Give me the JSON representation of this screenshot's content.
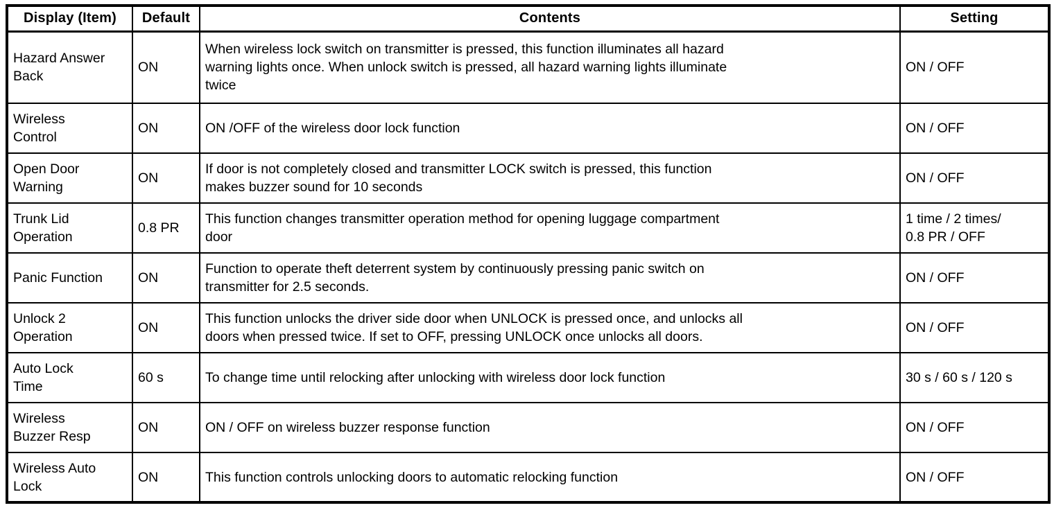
{
  "page": {
    "background": "#ffffff",
    "text_color": "#000000",
    "border_color": "#000000"
  },
  "table": {
    "columns": [
      {
        "key": "item",
        "label": "Display (Item)"
      },
      {
        "key": "default",
        "label": "Default"
      },
      {
        "key": "contents",
        "label": "Contents"
      },
      {
        "key": "setting",
        "label": "Setting"
      }
    ],
    "rows": [
      {
        "item": "Hazard Answer\nBack",
        "default": "ON",
        "contents": "When wireless lock switch on transmitter is pressed, this function illuminates all hazard\nwarning lights once. When unlock switch is pressed, all hazard warning lights illuminate\ntwice",
        "setting": "ON / OFF"
      },
      {
        "item": "Wireless\nControl",
        "default": "ON",
        "contents": "ON /OFF of the wireless door lock function",
        "setting": "ON / OFF"
      },
      {
        "item": "Open Door\nWarning",
        "default": "ON",
        "contents": "If door is not completely closed and transmitter LOCK switch is pressed, this function\nmakes buzzer sound for 10 seconds",
        "setting": "ON / OFF"
      },
      {
        "item": "Trunk Lid\nOperation",
        "default": "0.8 PR",
        "contents": "This function changes transmitter operation method for opening luggage compartment\ndoor",
        "setting": "1 time / 2 times/\n0.8 PR / OFF"
      },
      {
        "item": "Panic Function",
        "default": "ON",
        "contents": "Function to operate theft deterrent system by continuously pressing panic switch on\ntransmitter for 2.5 seconds.",
        "setting": "ON / OFF"
      },
      {
        "item": "Unlock 2\nOperation",
        "default": "ON",
        "contents": "This function unlocks the driver side door when UNLOCK is pressed once, and unlocks all\ndoors when pressed twice. If set to OFF, pressing UNLOCK once unlocks all doors.",
        "setting": "ON / OFF"
      },
      {
        "item": "Auto Lock\nTime",
        "default": "60 s",
        "contents": "To change time until relocking after unlocking with wireless door lock function",
        "setting": "30 s / 60 s / 120 s"
      },
      {
        "item": "Wireless\nBuzzer Resp",
        "default": "ON",
        "contents": "ON / OFF on wireless buzzer response function",
        "setting": "ON / OFF"
      },
      {
        "item": "Wireless Auto\nLock",
        "default": "ON",
        "contents": "This function controls unlocking doors to automatic relocking function",
        "setting": "ON / OFF"
      }
    ]
  }
}
